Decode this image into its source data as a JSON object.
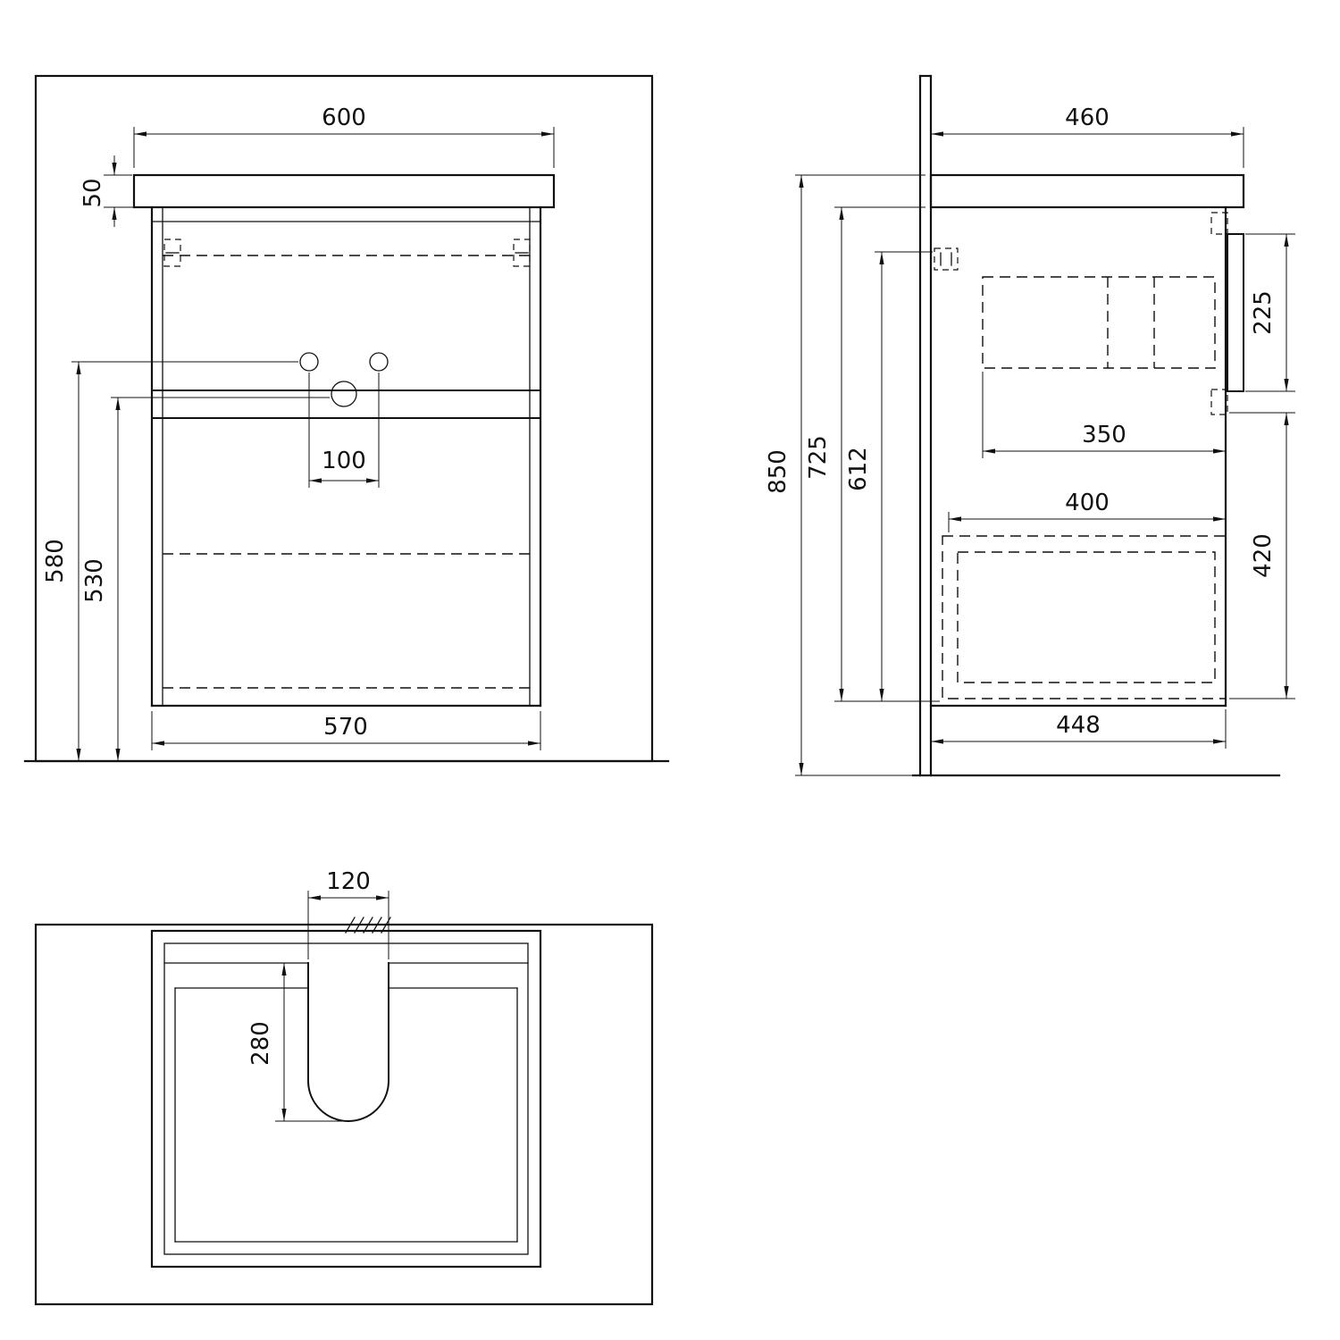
{
  "views": {
    "front": {
      "dim_top_width": "600",
      "dim_countertop_thickness": "50",
      "dim_faucet_hole_spacing": "100",
      "dim_holes_to_floor": "580",
      "dim_rail_to_floor": "530",
      "dim_carcass_width": "570"
    },
    "side": {
      "dim_top_depth": "460",
      "dim_drawer_front_height": "225",
      "dim_drawer_depth": "350",
      "dim_shelf_depth": "400",
      "dim_lower_opening_height": "420",
      "dim_total_height": "850",
      "dim_carcass_height": "725",
      "dim_interior_height": "612",
      "dim_carcass_depth": "448"
    },
    "top": {
      "dim_cutout_width": "120",
      "dim_cutout_depth": "280"
    }
  }
}
